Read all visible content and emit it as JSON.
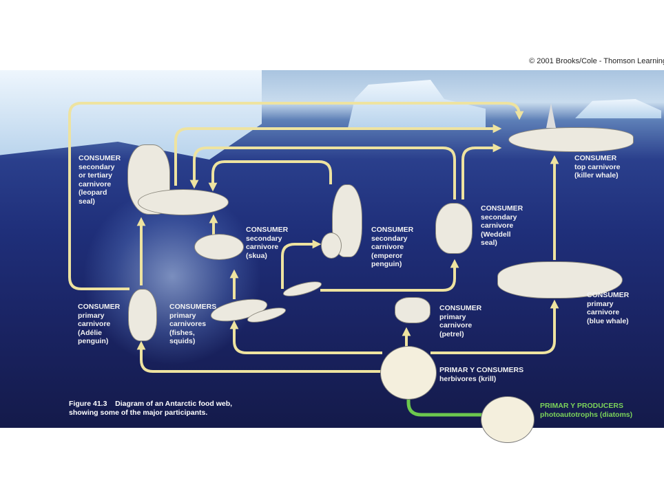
{
  "credit": "© 2001 Brooks/Cole - Thomson Learning",
  "colors": {
    "arrow": "#eee3a0",
    "producer_arrow": "#6cc84e",
    "ocean": "#1f2f7a"
  },
  "organisms": {
    "leopard_seal": "CONSUMER\nsecondary\nor tertiary\ncarnivore\n(leopard\nseal)",
    "skua": "CONSUMER\nsecondary\ncarnivore\n(skua)",
    "emperor_penguin": "CONSUMER\nsecondary\ncarnivore\n(emperor\npenguin)",
    "weddell_seal": "CONSUMER\nsecondary\ncarnivore\n(Weddell\nseal)",
    "killer_whale": "CONSUMER\ntop carnivore\n(killer whale)",
    "blue_whale": "CONSUMER\nprimary\ncarnivore\n(blue whale)",
    "adelie_penguin": "CONSUMER\nprimary\ncarnivore\n(Adélie\npenguin)",
    "fishes_squids": "CONSUMERS\nprimary\ncarnivores\n(fishes,\nsquids)",
    "petrel": "CONSUMER\nprimary\ncarnivore\n(petrel)",
    "krill": "PRIMAR Y CONSUMERS\nherbivores (krill)",
    "diatoms": "PRIMAR Y PRODUCERS\nphotoautotrophs (diatoms)"
  },
  "caption": "Figure 41.3    Diagram of an Antarctic food web,\nshowing some of the major participants."
}
